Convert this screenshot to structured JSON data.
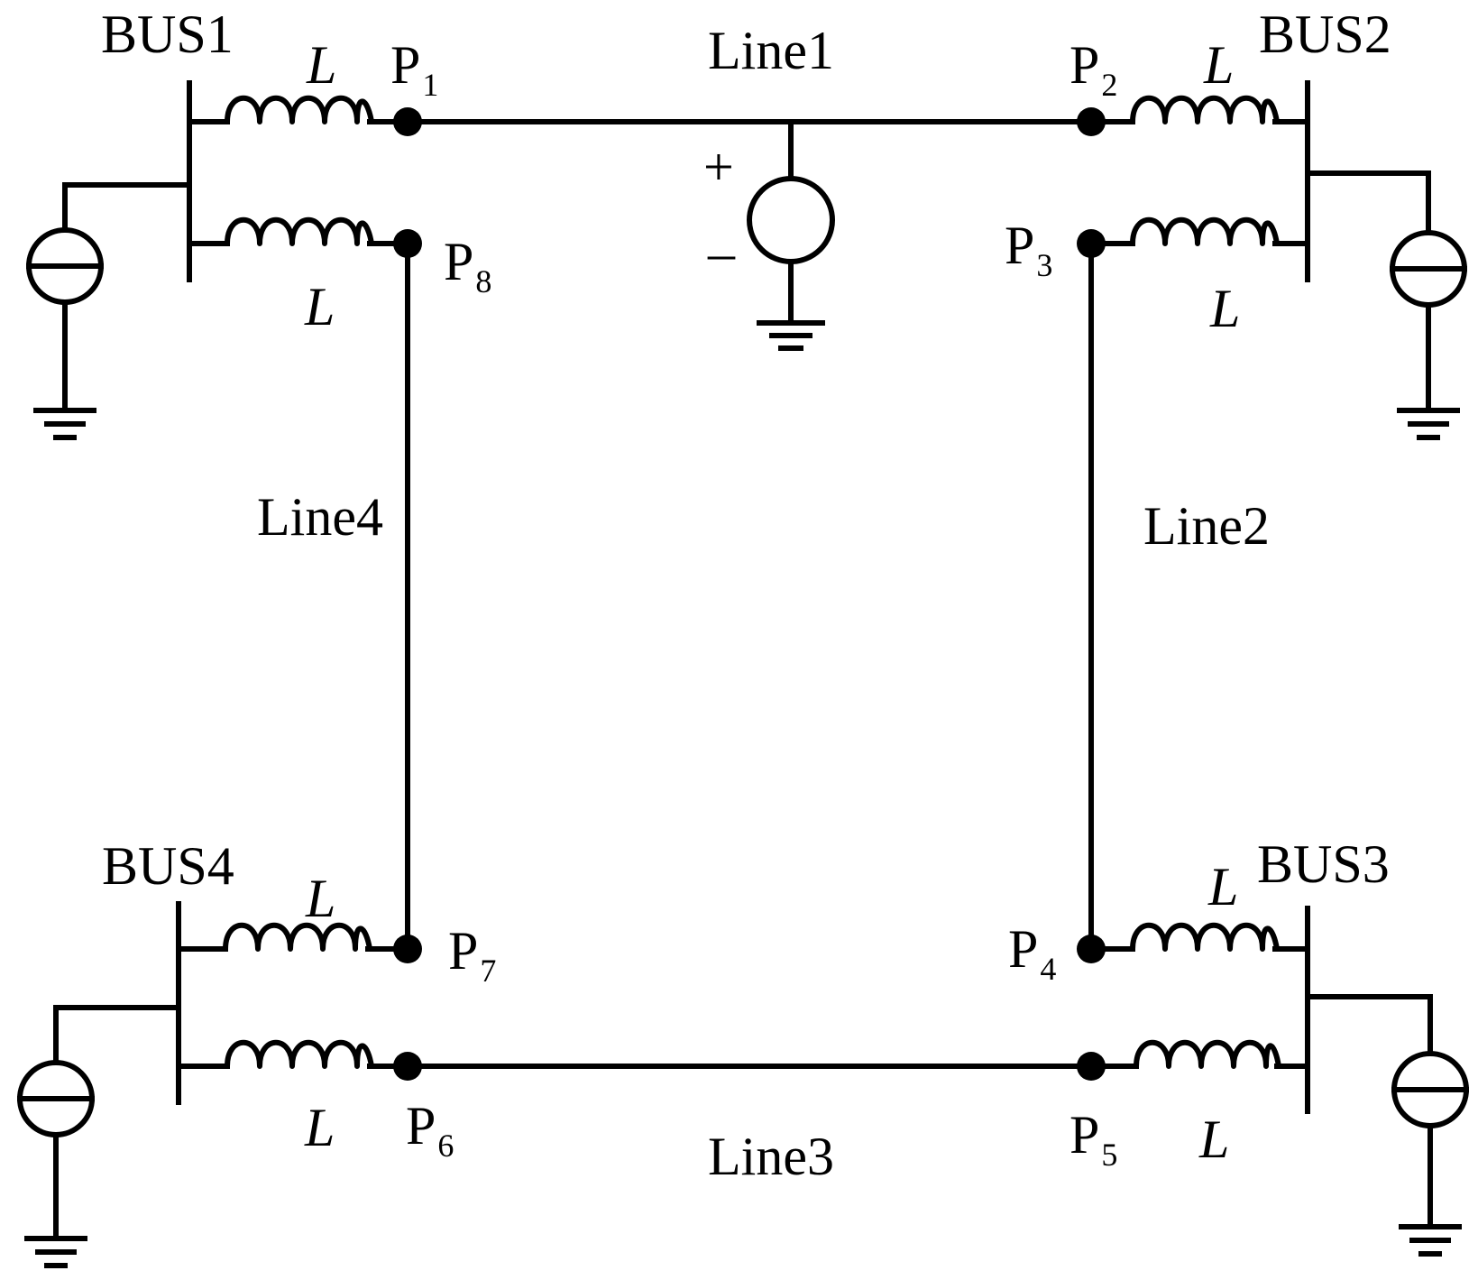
{
  "buses": {
    "bus1": "BUS1",
    "bus2": "BUS2",
    "bus3": "BUS3",
    "bus4": "BUS4"
  },
  "lines": {
    "line1": "Line1",
    "line2": "Line2",
    "line3": "Line3",
    "line4": "Line4"
  },
  "inductor_label": "L",
  "nodes": {
    "p1": "P",
    "p1_sub": "1",
    "p2": "P",
    "p2_sub": "2",
    "p3": "P",
    "p3_sub": "3",
    "p4": "P",
    "p4_sub": "4",
    "p5": "P",
    "p5_sub": "5",
    "p6": "P",
    "p6_sub": "6",
    "p7": "P",
    "p7_sub": "7",
    "p8": "P",
    "p8_sub": "8"
  },
  "source": {
    "plus": "+",
    "minus": "–"
  }
}
